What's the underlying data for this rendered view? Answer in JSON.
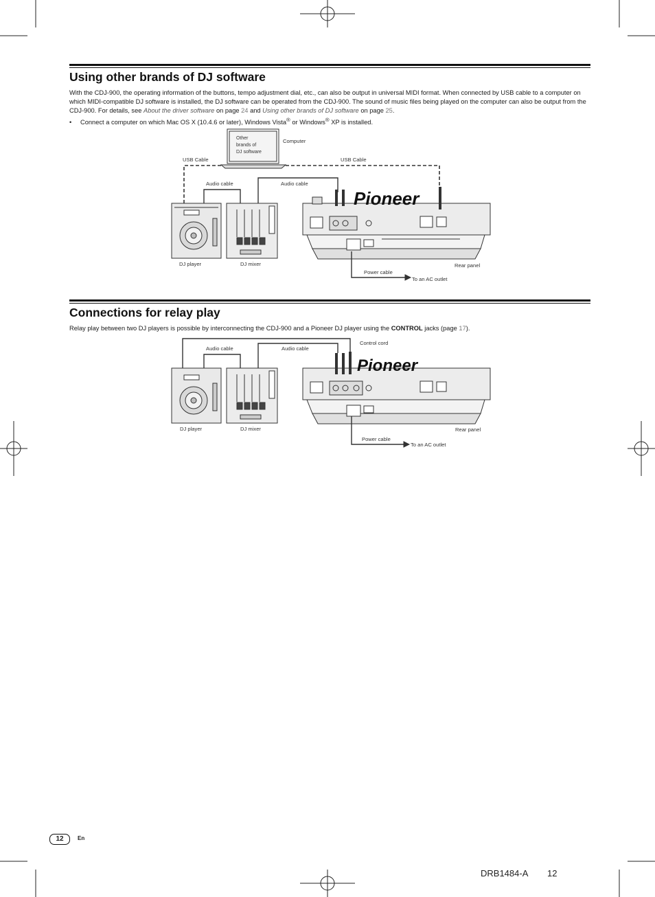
{
  "section1": {
    "title": "Using other brands of DJ software",
    "para_a": "With the CDJ-900, the operating information of the buttons, tempo adjustment dial, etc., can also be output in universal MIDI format. When connected by USB cable to a computer on which MIDI-compatible DJ software is installed, the DJ software can be operated from the CDJ-900. The sound of music files being played on the computer can also be output from the CDJ-900. For details, see ",
    "link1": "About the driver software",
    "on_page1": " on page ",
    "page1": "24",
    "and": " and ",
    "link2": "Using other brands of DJ software",
    "on_page2": " on page ",
    "page2": "25",
    "end": ".",
    "bullet_a": "Connect a computer on which Mac OS X (10.4.6 or later), Windows Vista",
    "reg": "®",
    "bullet_b": " or Windows",
    "bullet_c": " XP is installed.",
    "bullet_mark": "•"
  },
  "diagram1": {
    "screen_text_1": "Other",
    "screen_text_2": "brands of",
    "screen_text_3": "DJ software",
    "computer": "Computer",
    "usb_cable_left": "USB Cable",
    "usb_cable_right": "USB Cable",
    "audio_cable_left": "Audio cable",
    "audio_cable_right": "Audio cable",
    "dj_player": "DJ player",
    "dj_mixer": "DJ mixer",
    "rear_panel": "Rear panel",
    "power_cable": "Power cable",
    "ac_outlet": "To an AC outlet",
    "brand": "Pioneer"
  },
  "section2": {
    "title": "Connections for relay play",
    "para_a": "Relay play between two DJ players is possible by interconnecting the CDJ-900 and a Pioneer DJ player using the ",
    "control": "CONTROL",
    "para_b": " jacks (page ",
    "page": "17",
    "para_c": ")."
  },
  "diagram2": {
    "audio_cable_left": "Audio cable",
    "audio_cable_right": "Audio cable",
    "control_cord": "Control cord",
    "dj_player": "DJ player",
    "dj_mixer": "DJ mixer",
    "rear_panel": "Rear panel",
    "power_cable": "Power cable",
    "ac_outlet": "To an AC outlet",
    "brand": "Pioneer"
  },
  "footer": {
    "page_number": "12",
    "language": "En",
    "doc_code": "DRB1484-A",
    "doc_page": "12"
  }
}
